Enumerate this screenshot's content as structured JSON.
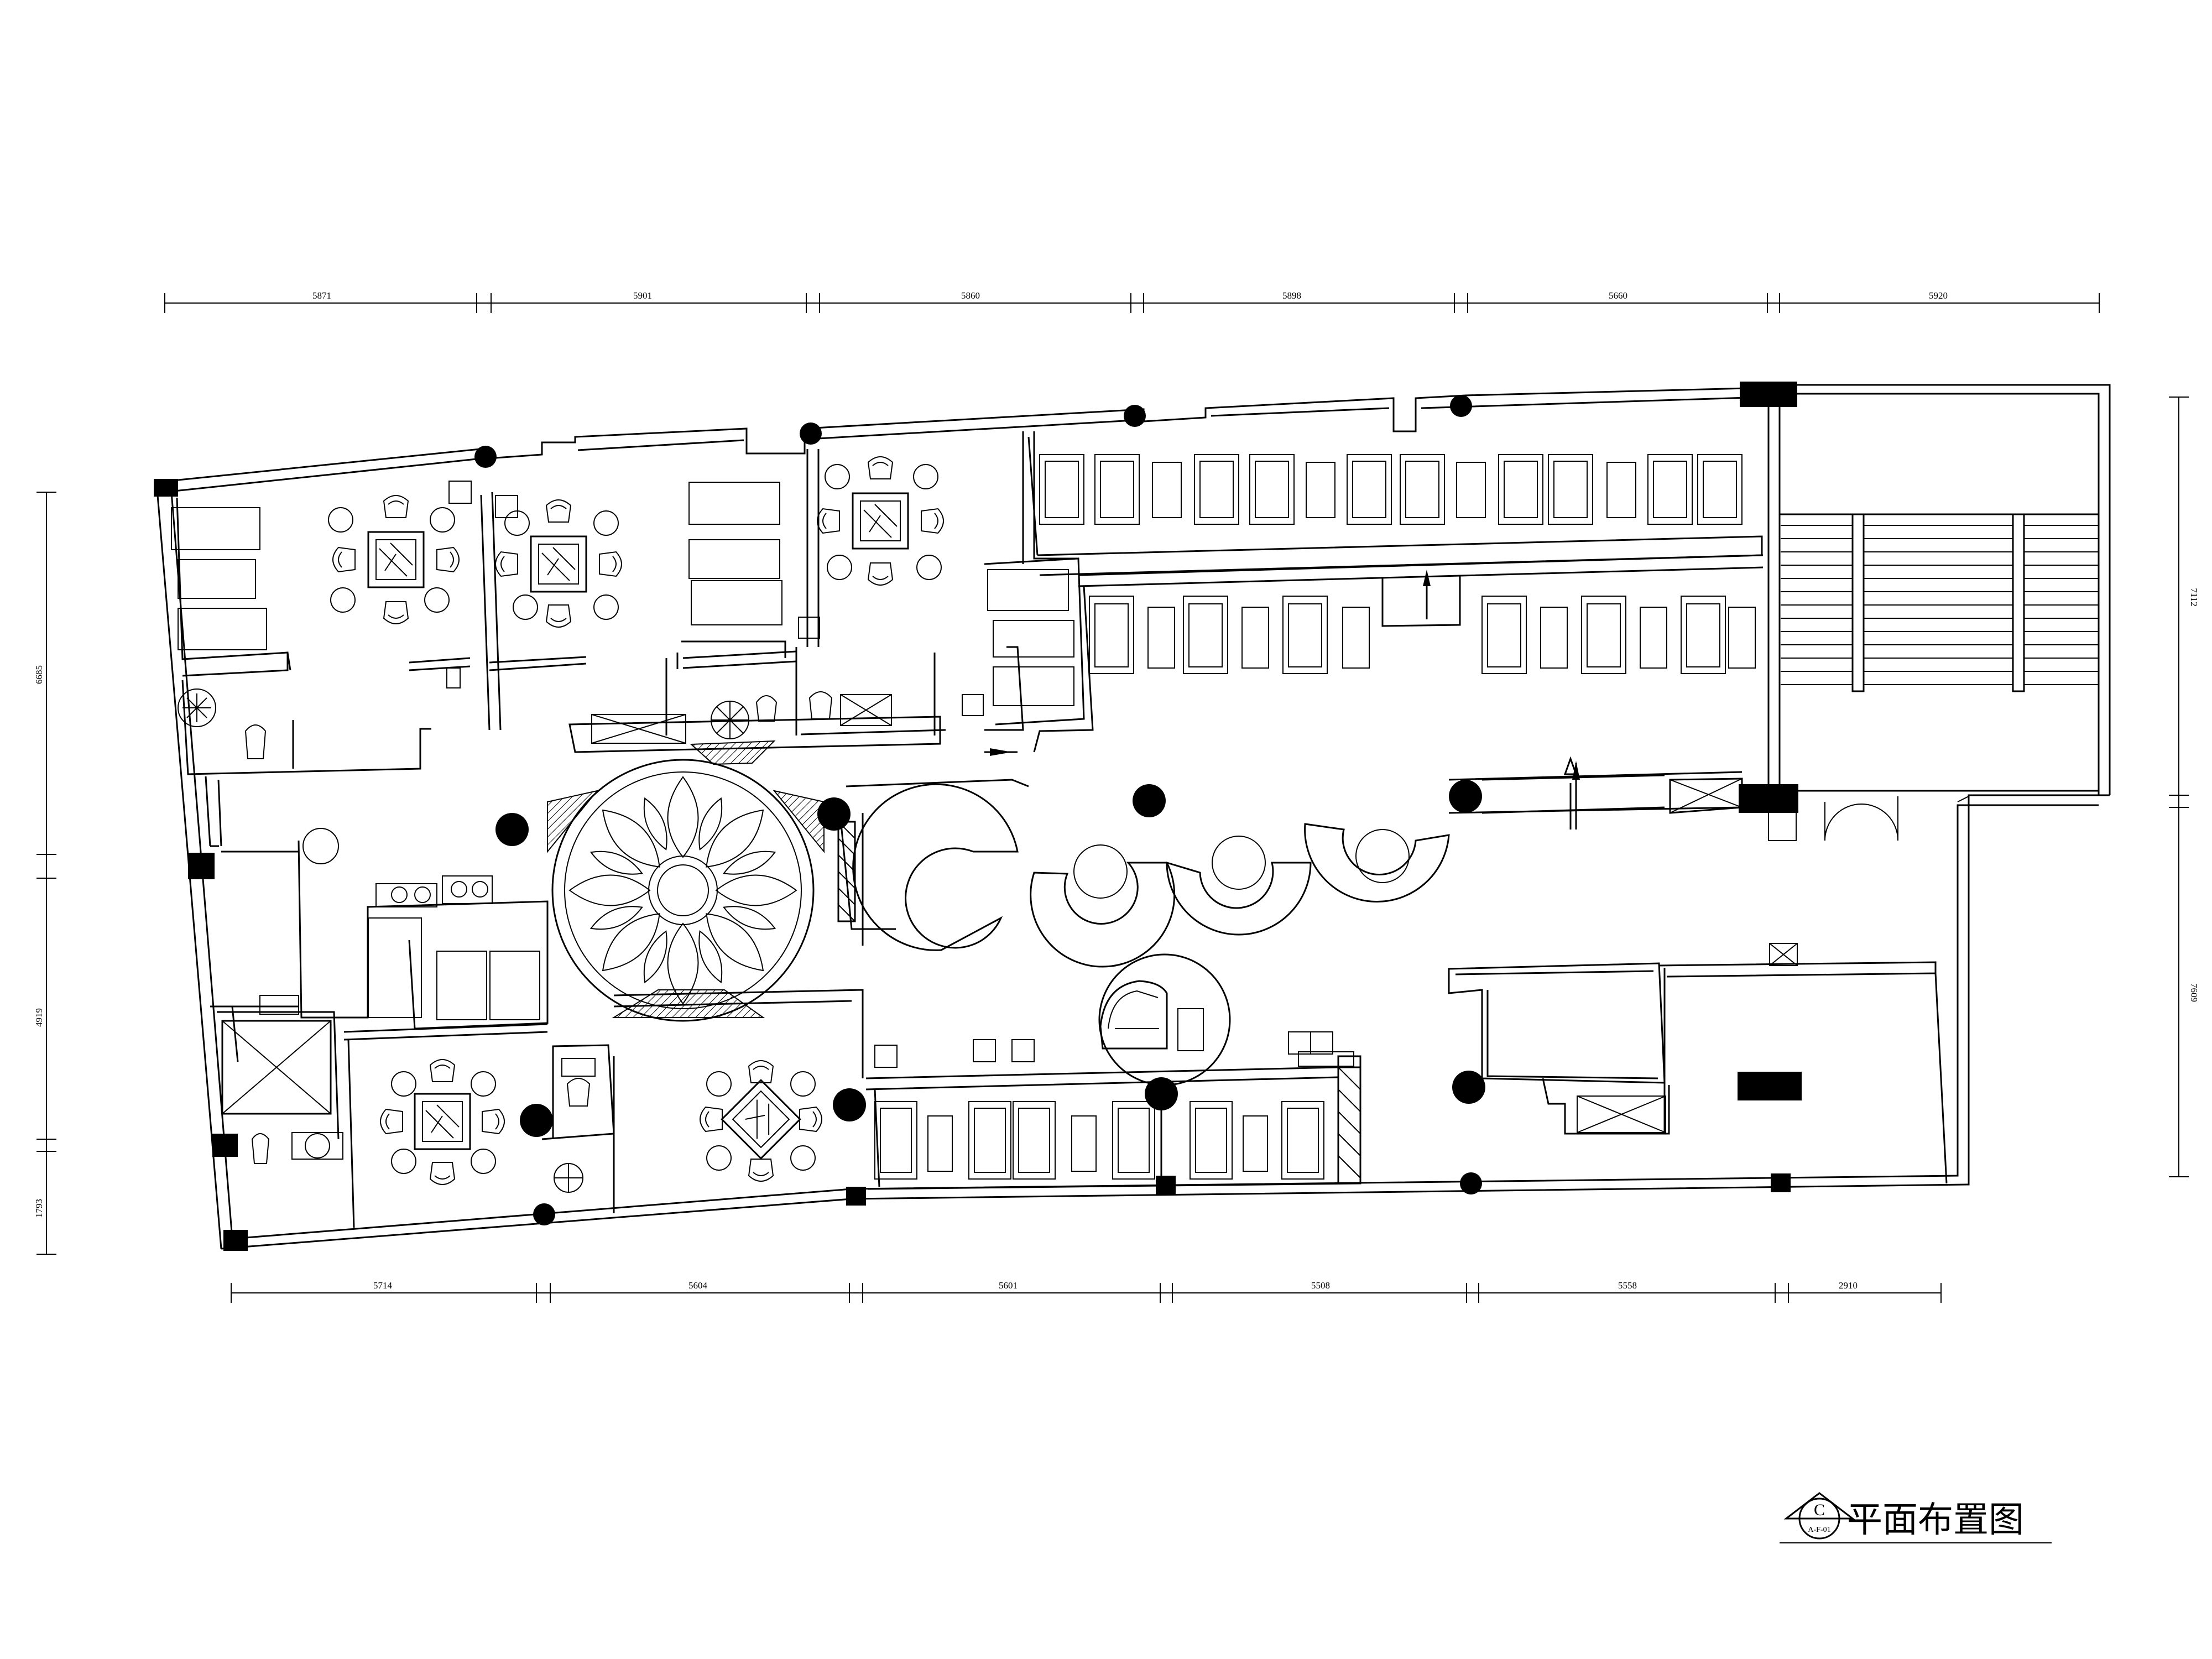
{
  "drawing": {
    "title": "平面布置图",
    "symbol_letter": "C",
    "symbol_ref": "A-F-01"
  },
  "dimensions": {
    "top": [
      "5871",
      "5901",
      "5860",
      "5898",
      "5660",
      "5920"
    ],
    "bottom": [
      "5714",
      "5604",
      "5601",
      "5508",
      "5558",
      "2910"
    ],
    "left": [
      "6685",
      "4919",
      "1793"
    ],
    "right": [
      "7112",
      "7609"
    ]
  }
}
